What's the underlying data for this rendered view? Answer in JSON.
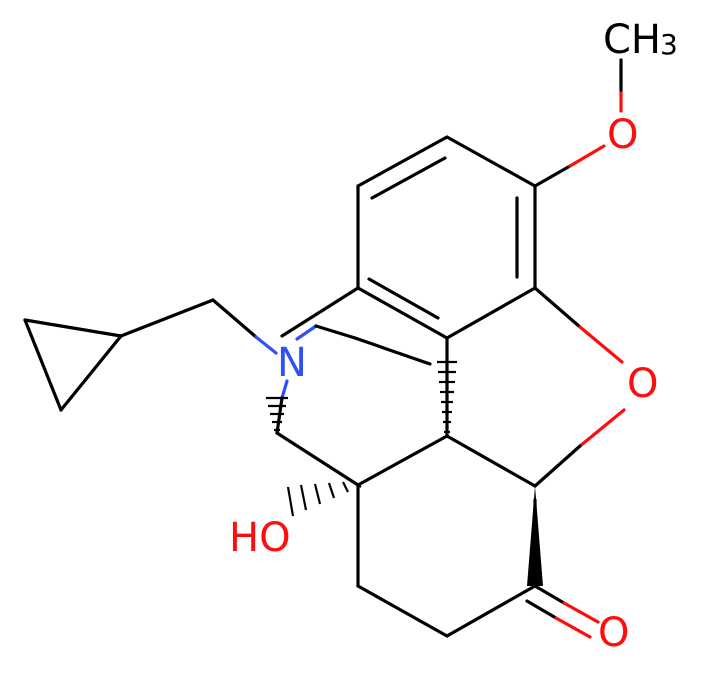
{
  "molecule": {
    "atoms": {
      "methyl": {
        "text": "CH",
        "subscript": "3",
        "color": "#000000"
      },
      "methoxy_oxygen": {
        "text": "O",
        "color": "#ff0d0d"
      },
      "ether_oxygen": {
        "text": "O",
        "color": "#ff0d0d"
      },
      "nitrogen": {
        "text": "N",
        "color": "#3050f8"
      },
      "hydroxyl": {
        "text": "HO",
        "color": "#ff0d0d"
      },
      "ketone_oxygen": {
        "text": "O",
        "color": "#ff0d0d"
      }
    },
    "colors": {
      "carbon": "#000000",
      "oxygen": "#ff0d0d",
      "nitrogen": "#3050f8"
    }
  }
}
